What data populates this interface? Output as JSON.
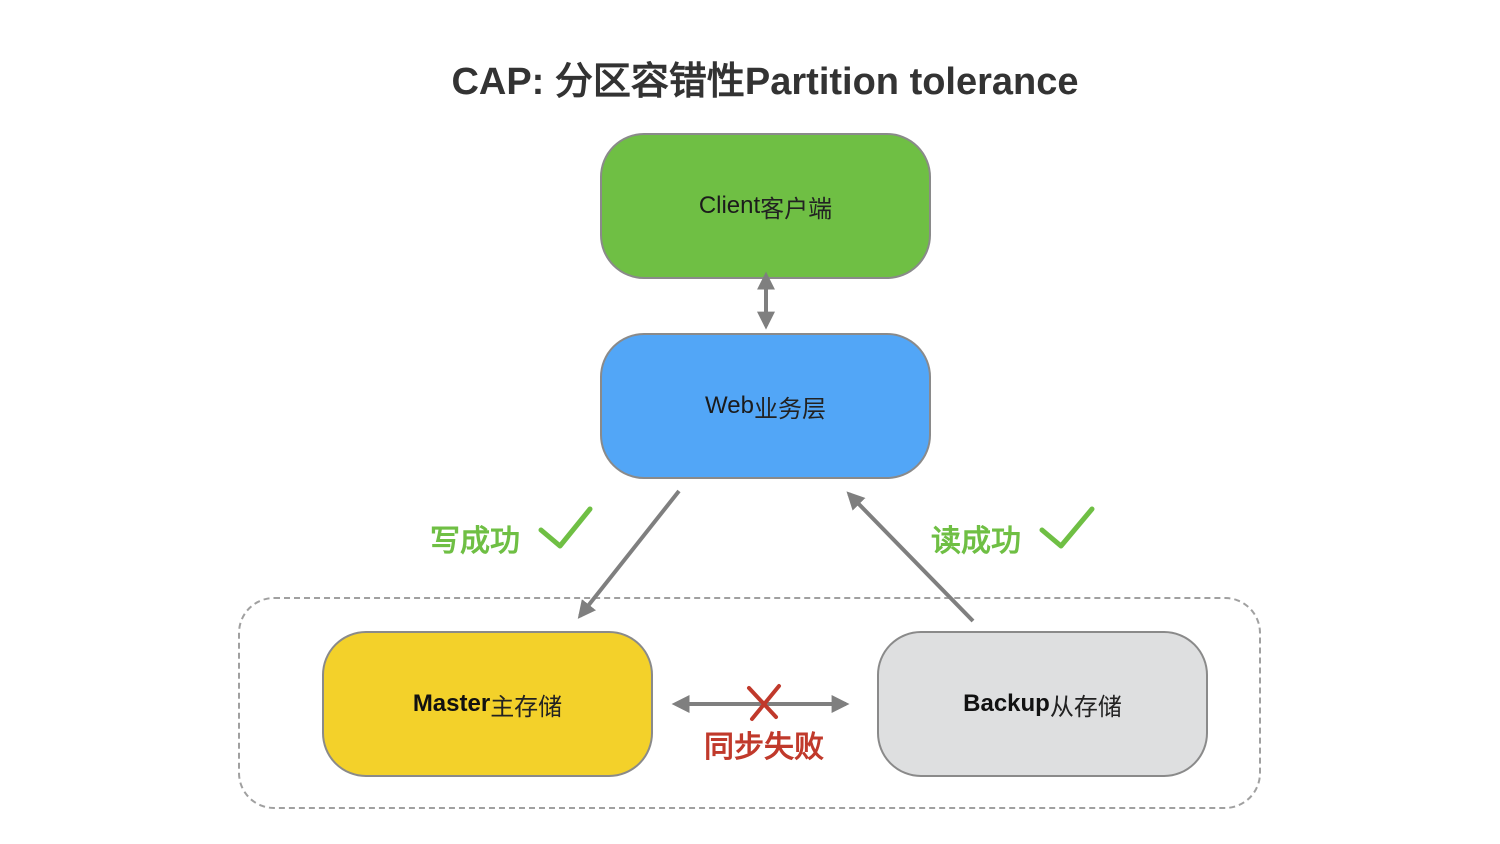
{
  "title": "CAP: 分区容错性Partition tolerance",
  "nodes": {
    "client": {
      "en": "Client",
      "zh": "客户端",
      "color": "#6fbf44"
    },
    "web": {
      "en": "Web",
      "zh": "业务层",
      "color": "#52a6f7"
    },
    "master": {
      "en": "Master",
      "zh": "主存储",
      "color": "#f3d12a"
    },
    "backup": {
      "en": "Backup",
      "zh": "从存储",
      "color": "#dedfe0"
    }
  },
  "edges": [
    {
      "from": "client",
      "to": "web",
      "type": "bidirectional"
    },
    {
      "from": "web",
      "to": "master",
      "type": "directed",
      "label": "写成功",
      "status": "success"
    },
    {
      "from": "backup",
      "to": "web",
      "type": "directed",
      "label": "读成功",
      "status": "success"
    },
    {
      "from": "master",
      "to": "backup",
      "type": "bidirectional",
      "label": "同步失败",
      "status": "failed"
    }
  ],
  "labels": {
    "write": "写成功",
    "read": "读成功",
    "sync": "同步失败"
  },
  "colors": {
    "success": "#6fbf44",
    "failure": "#c0392b",
    "arrow": "#7f7f7f",
    "partition_border": "#a0a0a0"
  }
}
